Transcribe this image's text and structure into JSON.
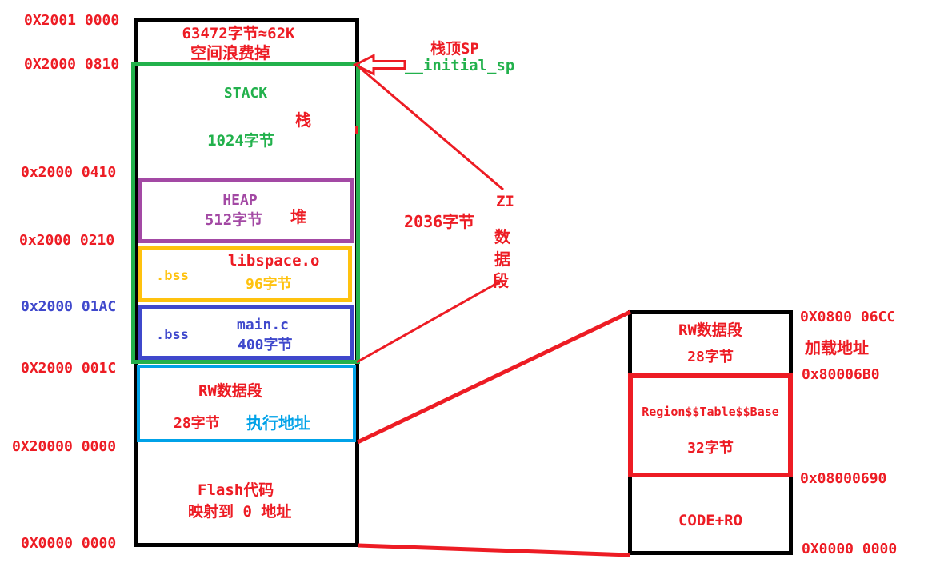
{
  "diagram_title": "memory-layout-diagram",
  "colors": {
    "red": "#ed1c24",
    "green": "#22b14c",
    "purple": "#a349a4",
    "gold": "#ffc20e",
    "blue": "#3f48cc",
    "cyan": "#00a2e8",
    "black": "#000000"
  },
  "left_addresses": [
    {
      "text": "0X2001 0000"
    },
    {
      "text": "0X2000 0810"
    },
    {
      "text": "0x2000 0410"
    },
    {
      "text": "0x2000 0210"
    },
    {
      "text": "0x2000 01AC"
    },
    {
      "text": "0X2000 001C"
    },
    {
      "text": "0X20000 0000"
    },
    {
      "text": "0X0000 0000"
    }
  ],
  "right_addresses": [
    {
      "text": "0X0800 06CC"
    },
    {
      "text": "加载地址"
    },
    {
      "text": "0x80006B0"
    },
    {
      "text": "0x08000690"
    },
    {
      "text": "0X0000 0000"
    }
  ],
  "ram": {
    "wasted_line1": "63472字节≈62K",
    "wasted_line2": "空间浪费掉",
    "stack_label": "STACK",
    "stack_cn": "栈",
    "stack_size": "1024字节",
    "heap_label": "HEAP",
    "heap_size": "512字节",
    "heap_cn": "堆",
    "libspace_bss": ".bss",
    "libspace_name": "libspace.o",
    "libspace_size": "96字节",
    "main_bss": ".bss",
    "main_name": "main.c",
    "main_size": "400字节",
    "rw_label": "RW数据段",
    "rw_size": "28字节",
    "rw_exec": "执行地址",
    "flash_line1": "Flash代码",
    "flash_line2": "映射到 0 地址"
  },
  "flash": {
    "rw_label": "RW数据段",
    "rw_size": "28字节",
    "region_table": "Region$$Table$$Base",
    "region_size": "32字节",
    "code_label": "CODE+RO"
  },
  "annotations": {
    "sp_top": "栈顶SP",
    "initial_sp": "__initial_sp",
    "zi_size": "2036字节",
    "zi_l1": "ZI",
    "zi_l2": "数",
    "zi_l3": "据",
    "zi_l4": "段"
  }
}
